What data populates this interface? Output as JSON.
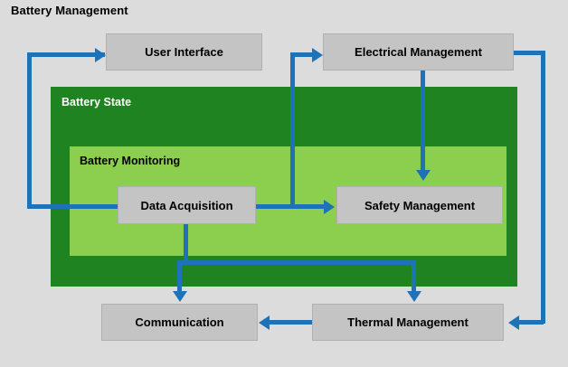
{
  "diagram": {
    "title": "Battery Management",
    "background_color": "#dcdcdc",
    "accent_color": "#1d72b8",
    "containers": [
      {
        "id": "battery-state",
        "label": "Battery State",
        "color": "#1e8320",
        "label_color": "#ffffff"
      },
      {
        "id": "battery-monitoring",
        "label": "Battery Monitoring",
        "color": "#8ccf4e",
        "label_color": "#000000"
      }
    ],
    "nodes": [
      {
        "id": "user-interface",
        "label": "User Interface"
      },
      {
        "id": "electrical-management",
        "label": "Electrical Management"
      },
      {
        "id": "data-acquisition",
        "label": "Data Acquisition"
      },
      {
        "id": "safety-management",
        "label": "Safety Management"
      },
      {
        "id": "communication",
        "label": "Communication"
      },
      {
        "id": "thermal-management",
        "label": "Thermal Management"
      }
    ],
    "connections": [
      {
        "from": "data-acquisition",
        "to": "user-interface"
      },
      {
        "from": "data-acquisition",
        "to": "electrical-management"
      },
      {
        "from": "data-acquisition",
        "to": "safety-management"
      },
      {
        "from": "electrical-management",
        "to": "safety-management"
      },
      {
        "from": "data-acquisition",
        "to": "communication"
      },
      {
        "from": "data-acquisition",
        "to": "thermal-management"
      },
      {
        "from": "thermal-management",
        "to": "communication"
      },
      {
        "from": "electrical-management",
        "to": "thermal-management"
      }
    ]
  }
}
